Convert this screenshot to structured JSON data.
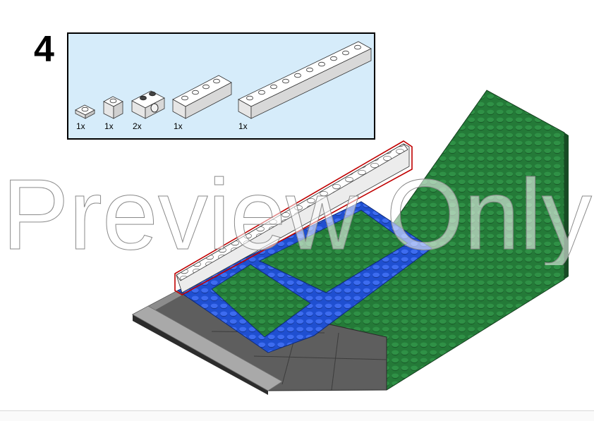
{
  "step": {
    "number": "4"
  },
  "parts": [
    {
      "name": "plate-1x1",
      "qty": "1x"
    },
    {
      "name": "brick-1x1",
      "qty": "1x"
    },
    {
      "name": "technic-brick-1x2-with-hole",
      "qty": "2x"
    },
    {
      "name": "brick-1x4",
      "qty": "1x"
    },
    {
      "name": "brick-1x10",
      "qty": "1x"
    }
  ],
  "watermark": {
    "text": "Preview Only"
  },
  "colors": {
    "panel_bg": "#d6ecfa",
    "baseplate_green": "#247a38",
    "water_blue": "#1f4fd0",
    "road_gray": "#5e5e5e",
    "brick_white": "#ffffff",
    "highlight_outline": "#c00000"
  }
}
